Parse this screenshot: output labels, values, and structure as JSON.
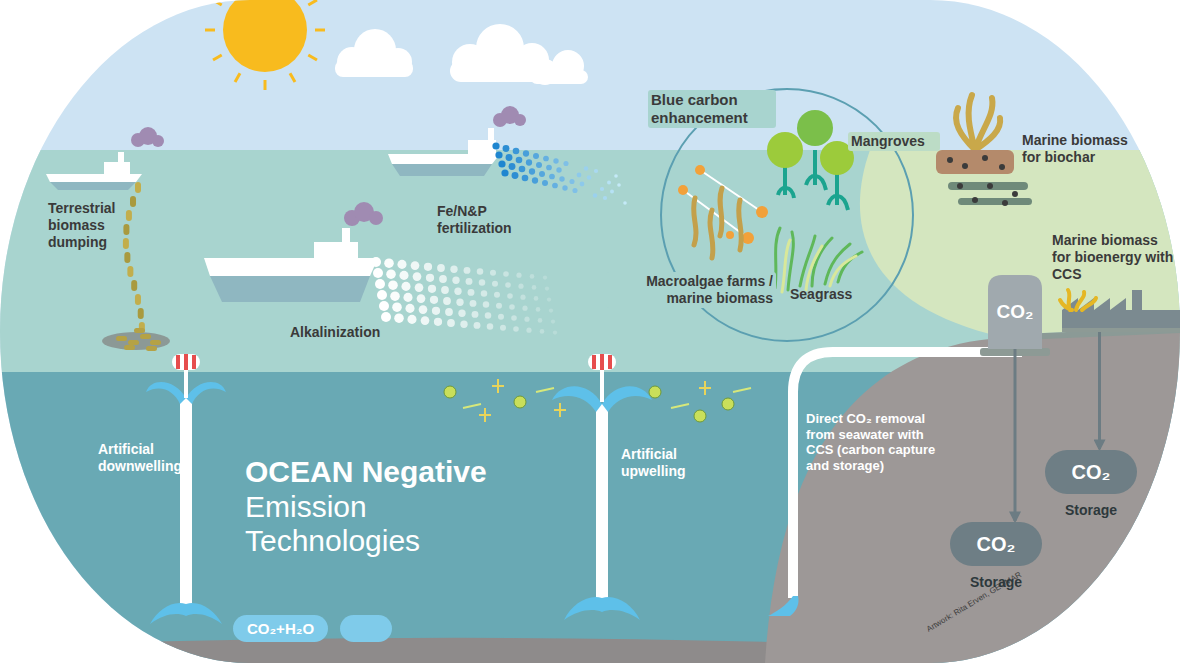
{
  "diagram": {
    "title": "OCEAN Negative Emission Technologies",
    "nodes": [
      {
        "text": [
          "Blue carbon enhancement",
          "Mangroves",
          "Macroalgae farms / marine biomass",
          "Seagrass"
        ]
      },
      {
        "text": [
          "Marine biomass for bioenergy with CCS"
        ]
      },
      {
        "text": [
          "CO₂"
        ]
      },
      {
        "text": [
          "CO₂",
          "Storage"
        ]
      },
      {
        "text": [
          "CO₂",
          "Storage"
        ]
      },
      {
        "text": [
          "CO₂+H₂O"
        ]
      }
    ],
    "edges": [
      {
        "from": 2,
        "to": 4,
        "arrow": "to"
      },
      {
        "from": 1,
        "to": 3,
        "arrow": "to"
      }
    ],
    "labels": [
      "Terrestrial biomass dumping",
      "Fe/N&P fertilization",
      "Alkalinization",
      "Marine biomass for biochar",
      "Artificial downwelling",
      "Artificial upwelling",
      "Direct CO₂ removal from seawater with CCS (carbon capture and storage)",
      "Artwork: Rita Erven, GEOMAR"
    ]
  }
}
